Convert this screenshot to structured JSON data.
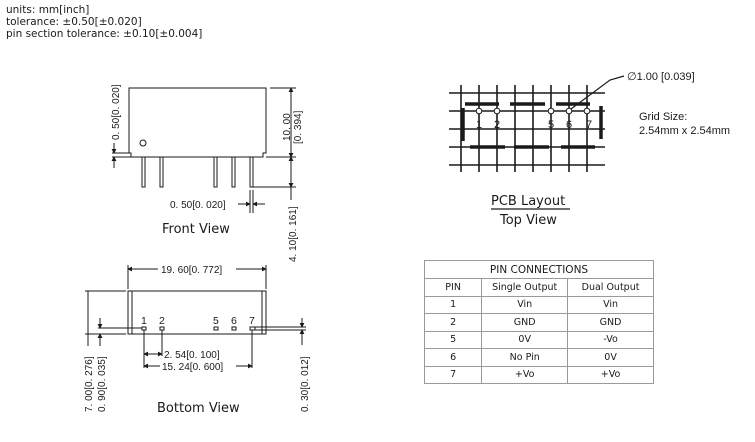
{
  "notes": {
    "units": "units: mm[inch]",
    "tolerance": "tolerance: ±0.50[±0.020]",
    "pin_tolerance": "pin section tolerance: ±0.10[±0.004]"
  },
  "front_view": {
    "title": "Front View",
    "dim_height": "10. 00",
    "dim_height_inch": "[0. 394]",
    "dim_standoff": "0. 50[0. 020]",
    "dim_pin_width": "0. 50[0. 020]",
    "dim_pin_length": "4. 10[0. 161]"
  },
  "bottom_view": {
    "title": "Bottom View",
    "dim_length": "19. 60[0. 772]",
    "dim_pitch": "2. 54[0. 100]",
    "dim_span": "15. 24[0. 600]",
    "dim_width": "7. 00[0. 276]",
    "dim_pin_offset": "0. 90[0. 035]",
    "dim_pin_thickness": "0. 30[0. 012]",
    "pin_labels": [
      "1",
      "2",
      "5",
      "6",
      "7"
    ]
  },
  "pcb_layout": {
    "title": "PCB Layout",
    "subtitle": "Top View",
    "hole_dim": "∅1.00 [0.039]",
    "grid_label": "Grid Size:",
    "grid_value": "2.54mm x 2.54mm",
    "pin_labels": [
      "1",
      "2",
      "5",
      "6",
      "7"
    ]
  },
  "pin_table": {
    "title": "PIN CONNECTIONS",
    "headers": [
      "PIN",
      "Single Output",
      "Dual Output"
    ],
    "rows": [
      [
        "1",
        "Vin",
        "Vin"
      ],
      [
        "2",
        "GND",
        "GND"
      ],
      [
        "5",
        "0V",
        "-Vo"
      ],
      [
        "6",
        "No Pin",
        "0V"
      ],
      [
        "7",
        "+Vo",
        "+Vo"
      ]
    ]
  }
}
